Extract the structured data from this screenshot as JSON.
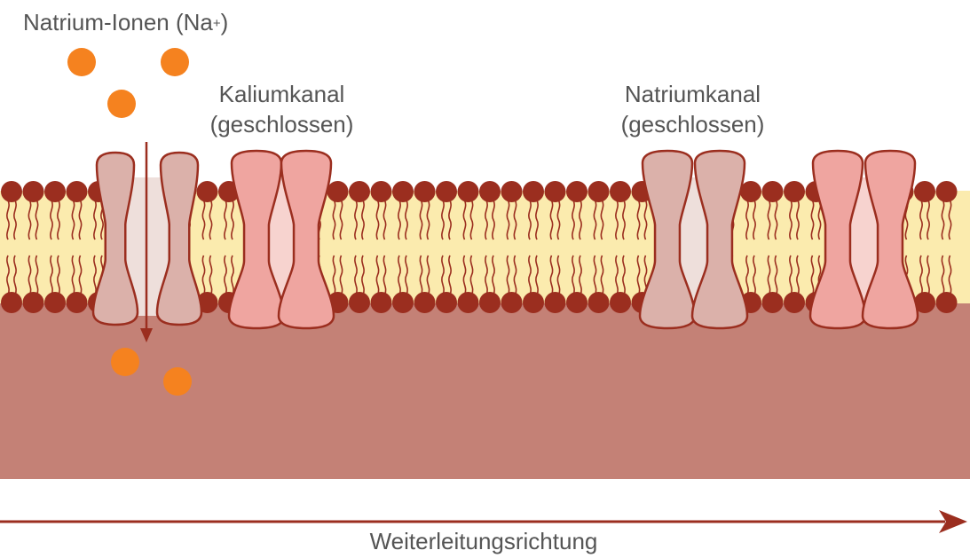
{
  "labels": {
    "sodium_ions": "Natrium-Ionen (Na",
    "sodium_ions_sup": "+",
    "sodium_ions_close": ")",
    "potassium_channel": {
      "line1": "Kaliumkanal",
      "line2": "(geschlossen)"
    },
    "sodium_channel": {
      "line1": "Natriumkanal",
      "line2": "(geschlossen)"
    },
    "direction": "Weiterleitungsrichtung"
  },
  "colors": {
    "ion": "#F5821F",
    "lipid_head": "#9B2E1F",
    "lipid_core": "#FBEBAE",
    "cytoplasm": "#C48176",
    "channel_sodium": "#DBB1AA",
    "channel_potassium": "#EFA5A0",
    "channel_stroke": "#9B2E1F",
    "arrow": "#9B2E1F",
    "text": "#555555"
  }
}
